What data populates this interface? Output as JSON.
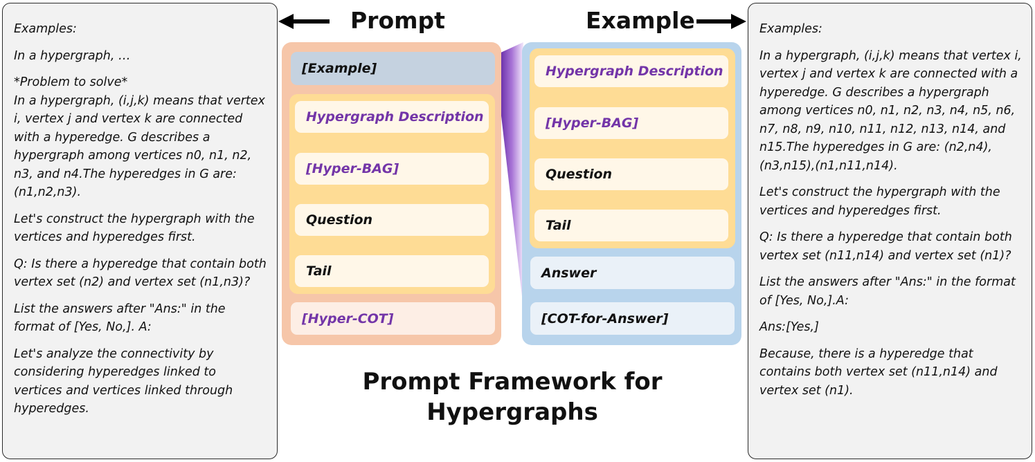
{
  "left_box": {
    "paragraphs": [
      "Examples:",
      "In a hypergraph, …",
      "*Problem to solve*\nIn a hypergraph, (i,j,k) means that vertex i, vertex j and vertex k are connected with a hyperedge. G describes a hypergraph among vertices n0, n1, n2, n3, and n4.The hyperedges in G are: (n1,n2,n3).",
      "Let's construct the hypergraph with the vertices and hyperedges first.",
      "Q: Is there a hyperedge that contain both vertex set (n2) and vertex set (n1,n3)?",
      "List the answers after \"Ans:\" in the format of [Yes, No,]. A:",
      "Let's analyze the connectivity by considering hyperedges linked to vertices and vertices linked through hyperedges."
    ]
  },
  "right_box": {
    "paragraphs": [
      "Examples:",
      "In a hypergraph, (i,j,k) means that vertex i, vertex j and vertex k are connected with a hyperedge. G describes a hypergraph among vertices n0, n1, n2, n3, n4, n5, n6, n7, n8, n9, n10, n11, n12, n13, n14, and n15.The hyperedges in G are: (n2,n4),(n3,n15),(n1,n11,n14).",
      "Let's construct the hypergraph with the vertices and hyperedges first.",
      "Q: Is there a hyperedge that contain both vertex set (n11,n14) and vertex set (n1)?",
      "List the answers after \"Ans:\" in the format of [Yes, No,].A:",
      "Ans:[Yes,]",
      "Because, there is a hyperedge that contains both vertex set (n11,n14) and vertex set (n1)."
    ]
  },
  "headers": {
    "prompt": "Prompt",
    "example": "Example"
  },
  "prompt_panel": {
    "example_slot": "[Example]",
    "description": "Hypergraph Description",
    "bag": "[Hyper-BAG]",
    "question": "Question",
    "tail": "Tail",
    "cot": "[Hyper-COT]"
  },
  "example_panel": {
    "description": "Hypergraph Description",
    "bag": "[Hyper-BAG]",
    "question": "Question",
    "tail": "Tail",
    "answer": "Answer",
    "cot_answer": "[COT-for-Answer]"
  },
  "title": {
    "line1": "Prompt Framework for",
    "line2": "Hypergraphs"
  },
  "colors": {
    "prompt_panel": "#f6c6a9",
    "example_panel": "#b8d4ec",
    "inner_group": "#fedc95",
    "accent_purple": "#7335a8"
  }
}
